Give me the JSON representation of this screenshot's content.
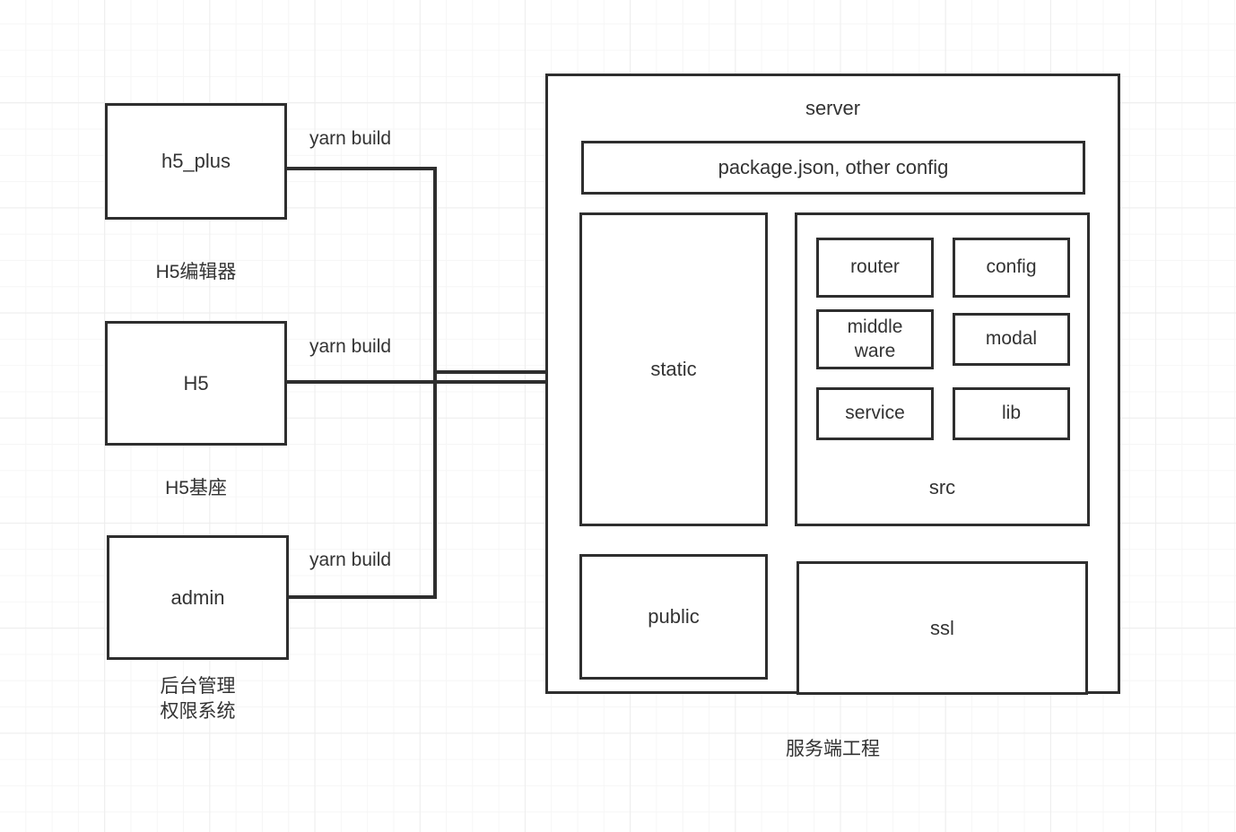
{
  "diagram": {
    "type": "architecture-flow-diagram",
    "background": "#ffffff",
    "grid_color": "#ededed",
    "stroke_color": "#2e2e2e",
    "text_color": "#333333"
  },
  "sources": [
    {
      "id": "h5_plus",
      "box_label": "h5_plus",
      "caption": "H5编辑器",
      "edge_label": "yarn build"
    },
    {
      "id": "h5",
      "box_label": "H5",
      "caption": "H5基座",
      "edge_label": "yarn build"
    },
    {
      "id": "admin",
      "box_label": "admin",
      "caption": "后台管理\n权限系统",
      "edge_label": "yarn build"
    }
  ],
  "server": {
    "title": "server",
    "caption": "服务端工程",
    "config_box": "package.json, other config",
    "static_box": "static",
    "public_box": "public",
    "ssl_box": "ssl",
    "src": {
      "title": "src",
      "items": [
        "router",
        "config",
        "middle\nware",
        "modal",
        "service",
        "lib"
      ]
    }
  }
}
